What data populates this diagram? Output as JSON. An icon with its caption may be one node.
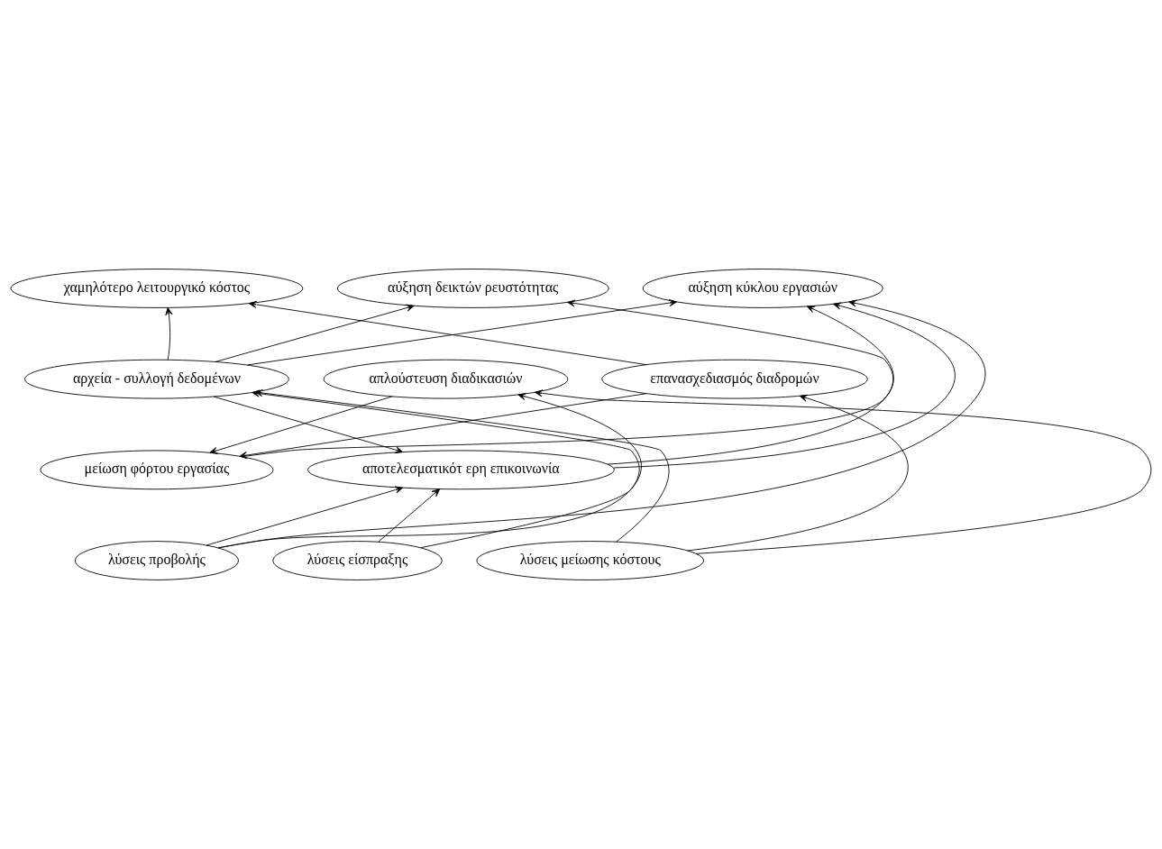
{
  "diagram": {
    "nodes": [
      {
        "text": [
          "χαμηλότερο λειτουργικό κόστος"
        ]
      },
      {
        "text": [
          "αύξηση δεικτών ρευστότητας"
        ]
      },
      {
        "text": [
          "αύξηση κύκλου εργασιών"
        ]
      },
      {
        "text": [
          "αρχεία - συλλογή δεδομένων"
        ]
      },
      {
        "text": [
          "απλούστευση διαδικασιών"
        ]
      },
      {
        "text": [
          "επανασχεδιασμός διαδρομών"
        ]
      },
      {
        "text": [
          "μείωση φόρτου εργασίας"
        ]
      },
      {
        "text": [
          "αποτελεσματικότ ερη επικοινωνία"
        ]
      },
      {
        "text": [
          "λύσεις προβολής"
        ]
      },
      {
        "text": [
          "λύσεις είσπραξης"
        ]
      },
      {
        "text": [
          "λύσεις μείωσης κόστους"
        ]
      }
    ],
    "edges": [
      {
        "from": 3,
        "to": 0,
        "arrow": "to"
      },
      {
        "from": 3,
        "to": 1,
        "arrow": "to"
      },
      {
        "from": 3,
        "to": 2,
        "arrow": "to"
      },
      {
        "from": 5,
        "to": 0,
        "arrow": "to"
      },
      {
        "from": 6,
        "to": 2,
        "arrow": "to"
      },
      {
        "from": 8,
        "to": 2,
        "arrow": "to"
      },
      {
        "from": 7,
        "to": 1,
        "arrow": "to"
      },
      {
        "from": 7,
        "to": 2,
        "arrow": "to"
      },
      {
        "from": 3,
        "to": 7,
        "arrow": "to"
      },
      {
        "from": 4,
        "to": 6,
        "arrow": "to"
      },
      {
        "from": 5,
        "to": 6,
        "arrow": "to"
      },
      {
        "from": 8,
        "to": 4,
        "arrow": "to"
      },
      {
        "from": 8,
        "to": 7,
        "arrow": "to"
      },
      {
        "from": 9,
        "to": 3,
        "arrow": "to"
      },
      {
        "from": 9,
        "to": 7,
        "arrow": "to"
      },
      {
        "from": 10,
        "to": 3,
        "arrow": "to"
      },
      {
        "from": 10,
        "to": 4,
        "arrow": "to"
      },
      {
        "from": 10,
        "to": 5,
        "arrow": "to"
      }
    ]
  }
}
